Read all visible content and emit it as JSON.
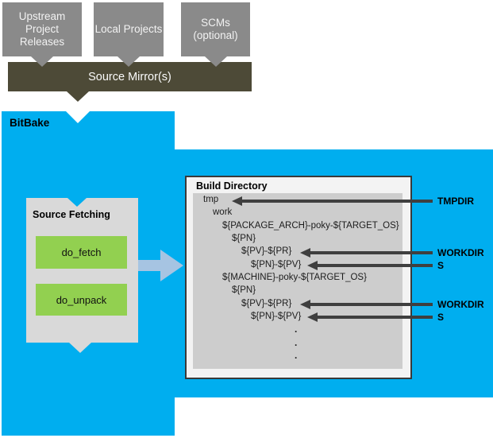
{
  "colors": {
    "bitbake_blue": "#00aeef",
    "source_box_gray": "#8a8a8a",
    "mirror_olive": "#4d4a37",
    "fetching_panel_gray": "#d9d9d9",
    "task_green": "#92d050",
    "tree_panel_gray": "#cdcdcd",
    "pointer_arrow_dark": "#3f3f3f",
    "flow_arrow_blue": "#a6c4e2"
  },
  "upstream_sources": [
    {
      "label": "Upstream Project Releases"
    },
    {
      "label": "Local Projects"
    },
    {
      "label": "SCMs (optional)"
    }
  ],
  "source_mirror": {
    "label": "Source Mirror(s)"
  },
  "bitbake": {
    "label": "BitBake"
  },
  "source_fetching": {
    "title": "Source Fetching",
    "tasks": [
      {
        "label": "do_fetch"
      },
      {
        "label": "do_unpack"
      }
    ]
  },
  "build_directory": {
    "title": "Build Directory",
    "tree": [
      {
        "text": "tmp",
        "indent": 0
      },
      {
        "text": "work",
        "indent": 1
      },
      {
        "text": "${PACKAGE_ARCH}-poky-${TARGET_OS}",
        "indent": 2
      },
      {
        "text": "${PN}",
        "indent": 3
      },
      {
        "text": "${PV}-${PR}",
        "indent": 4
      },
      {
        "text": "${PN}-${PV}",
        "indent": 5
      },
      {
        "text": "${MACHINE}-poky-${TARGET_OS}",
        "indent": 2
      },
      {
        "text": "${PN}",
        "indent": 3
      },
      {
        "text": "${PV}-${PR}",
        "indent": 4
      },
      {
        "text": "${PN}-${PV}",
        "indent": 5
      },
      {
        "text": ".",
        "dot": true
      },
      {
        "text": ".",
        "dot": true
      },
      {
        "text": ".",
        "dot": true
      }
    ]
  },
  "pointers": [
    {
      "label": "TMPDIR",
      "target": "tmp"
    },
    {
      "label": "WORKDIR",
      "target": "${PV}-${PR}"
    },
    {
      "label": "S",
      "target": "${PN}-${PV}"
    },
    {
      "label": "WORKDIR",
      "target": "${PV}-${PR}"
    },
    {
      "label": "S",
      "target": "${PN}-${PV}"
    }
  ]
}
